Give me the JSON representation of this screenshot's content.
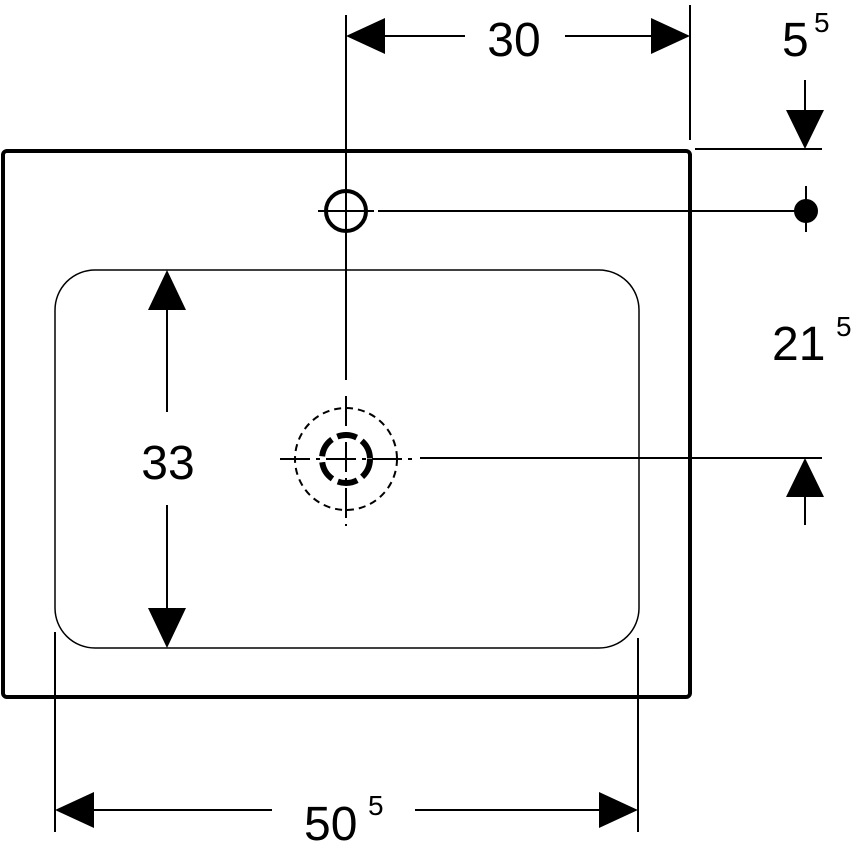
{
  "dimensions": {
    "tap_offset": {
      "main": "30",
      "sup": ""
    },
    "tap_from_edge": {
      "main": "5",
      "sup": "5"
    },
    "tap_to_drain": {
      "main": "21",
      "sup": "5"
    },
    "bowl_depth": {
      "main": "33",
      "sup": ""
    },
    "bowl_width": {
      "main": "50",
      "sup": "5"
    }
  },
  "colors": {
    "line": "#000000",
    "background": "#ffffff"
  }
}
